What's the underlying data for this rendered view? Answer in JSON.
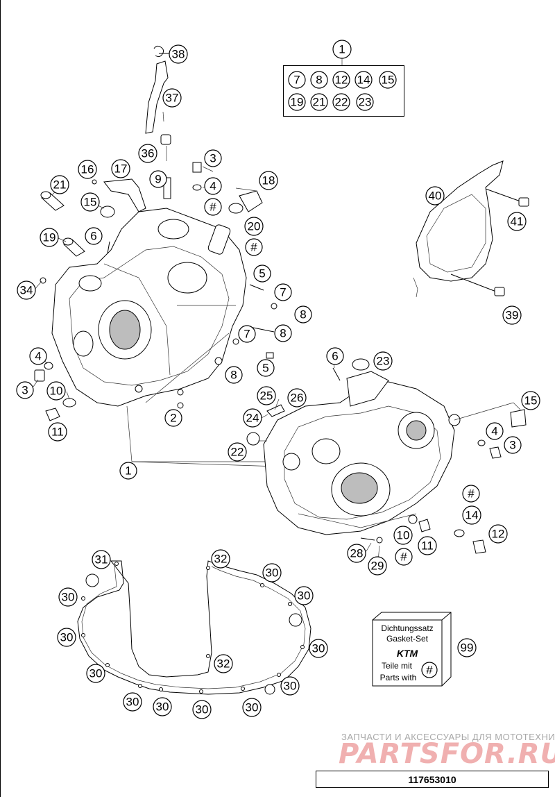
{
  "diagram_code": "117653010",
  "watermark": {
    "tagline": "ЗАПЧАСТИ И АКСЕССУАРЫ ДЛЯ МОТОТЕХНИКИ",
    "logo": "PARTSFOR.RU"
  },
  "gasket_set": {
    "line1": "Dichtungssatz",
    "line2": "Gasket-Set",
    "brand": "KTM",
    "line3": "Teile mit",
    "line4": "Parts with",
    "symbol": "#",
    "ref": "99"
  },
  "kit_group": {
    "ref": "1",
    "members": [
      "7",
      "8",
      "12",
      "14",
      "15",
      "19",
      "21",
      "22",
      "23"
    ]
  },
  "callouts": [
    {
      "label": "38"
    },
    {
      "label": "37"
    },
    {
      "label": "36"
    },
    {
      "label": "3"
    },
    {
      "label": "4"
    },
    {
      "label": "#"
    },
    {
      "label": "16"
    },
    {
      "label": "17"
    },
    {
      "label": "9"
    },
    {
      "label": "18"
    },
    {
      "label": "20"
    },
    {
      "label": "#"
    },
    {
      "label": "21"
    },
    {
      "label": "15"
    },
    {
      "label": "6"
    },
    {
      "label": "19"
    },
    {
      "label": "34"
    },
    {
      "label": "5"
    },
    {
      "label": "7"
    },
    {
      "label": "8"
    },
    {
      "label": "8"
    },
    {
      "label": "7"
    },
    {
      "label": "8"
    },
    {
      "label": "5"
    },
    {
      "label": "4"
    },
    {
      "label": "3"
    },
    {
      "label": "10"
    },
    {
      "label": "11"
    },
    {
      "label": "2"
    },
    {
      "label": "1"
    },
    {
      "label": "40"
    },
    {
      "label": "41"
    },
    {
      "label": "39"
    },
    {
      "label": "6"
    },
    {
      "label": "23"
    },
    {
      "label": "25"
    },
    {
      "label": "26"
    },
    {
      "label": "24"
    },
    {
      "label": "22"
    },
    {
      "label": "15"
    },
    {
      "label": "4"
    },
    {
      "label": "3"
    },
    {
      "label": "#"
    },
    {
      "label": "14"
    },
    {
      "label": "12"
    },
    {
      "label": "10"
    },
    {
      "label": "11"
    },
    {
      "label": "28"
    },
    {
      "label": "#"
    },
    {
      "label": "29"
    },
    {
      "label": "31"
    },
    {
      "label": "32"
    },
    {
      "label": "30"
    },
    {
      "label": "30"
    },
    {
      "label": "30"
    },
    {
      "label": "30"
    },
    {
      "label": "30"
    },
    {
      "label": "32"
    },
    {
      "label": "30"
    },
    {
      "label": "30"
    },
    {
      "label": "30"
    },
    {
      "label": "30"
    },
    {
      "label": "30"
    },
    {
      "label": "30"
    },
    {
      "label": "30"
    }
  ]
}
